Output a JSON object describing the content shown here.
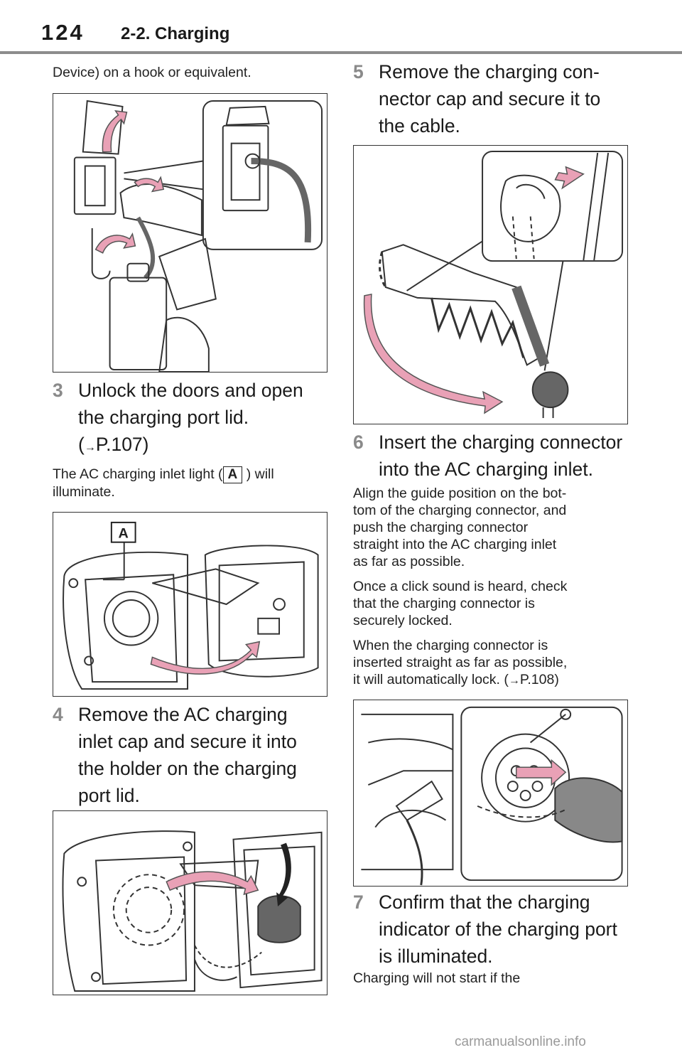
{
  "header": {
    "page_number": "124",
    "section_title": "2-2. Charging"
  },
  "left": {
    "continued_text": "Device) on a hook or equivalent.",
    "step3": {
      "number": "3",
      "line1": "Unlock the doors and open",
      "line2": "the charging port lid.",
      "ref_arrow": "→",
      "ref_page": "P.107",
      "ref_open": "(",
      "ref_close": ")"
    },
    "step3_note": {
      "before": "The AC charging inlet light (",
      "badge": "A",
      "after": ") will",
      "line2": "illuminate."
    },
    "fig2_label": "A",
    "step4": {
      "number": "4",
      "line1": "Remove the AC charging",
      "line2": "inlet cap and secure it into",
      "line3": "the holder on the charging",
      "line4": "port lid."
    }
  },
  "right": {
    "step5": {
      "number": "5",
      "line1": "Remove the charging con-",
      "line2": "nector cap and secure it to",
      "line3": "the cable."
    },
    "step6": {
      "number": "6",
      "line1": "Insert the charging connector",
      "line2": "into the AC charging inlet."
    },
    "para1": [
      "Align the guide position on the bot-",
      "tom of the charging connector, and",
      "push the charging connector",
      "straight into the AC charging inlet",
      "as far as possible."
    ],
    "para2": [
      "Once a click sound is heard, check",
      "that the charging connector is",
      "securely locked."
    ],
    "para3": [
      "When the charging connector is",
      "inserted straight as far as possible,",
      "it will automatically lock. ("
    ],
    "para3_ref_arrow": "→",
    "para3_ref_page": "P.108)",
    "step7": {
      "number": "7",
      "line1": "Confirm that the charging",
      "line2": "indicator of the charging port",
      "line3": "is illuminated."
    },
    "continued_text": "Charging will not start if the"
  },
  "footer": {
    "watermark": "carmanualsonline.info"
  },
  "colors": {
    "arrow_pink": "#e9a1b6",
    "step_number_gray": "#8a8a8a",
    "rule_gray": "#8c8c8c"
  }
}
